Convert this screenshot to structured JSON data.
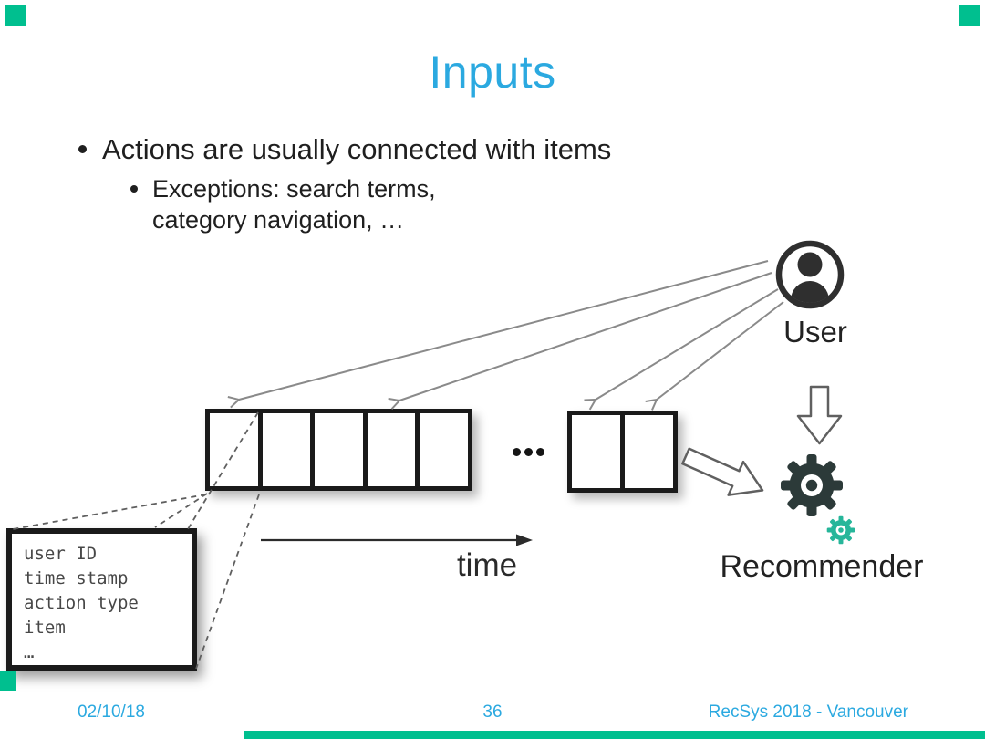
{
  "slide": {
    "title": "Inputs",
    "bullet_1": "Actions are usually connected with items",
    "bullet_2_line_1": "Exceptions: search terms,",
    "bullet_2_line_2": "category navigation, …"
  },
  "diagram": {
    "user_label": "User",
    "time_label": "time",
    "recommender_label": "Recommender",
    "timeline_ellipsis": "…",
    "left_cell_count": 5,
    "right_cell_count": 2,
    "record_lines": [
      "user ID",
      "time stamp",
      "action type",
      "item",
      "…"
    ]
  },
  "footer": {
    "date": "02/10/18",
    "page_number": "36",
    "venue": "RecSys 2018 - Vancouver"
  },
  "colors": {
    "accent": "#2BA9E0",
    "ink": "#1F1F1F",
    "box_border": "#1A1A1A",
    "arrow_gray": "#8A8A8A",
    "outline_arrow": "#606060",
    "dashed_line": "#5F5F5F",
    "record_text": "#474747",
    "gear_dark": "#2C3A39",
    "gear_teal": "#26B69A",
    "artifact_green": "#00BF8F"
  }
}
